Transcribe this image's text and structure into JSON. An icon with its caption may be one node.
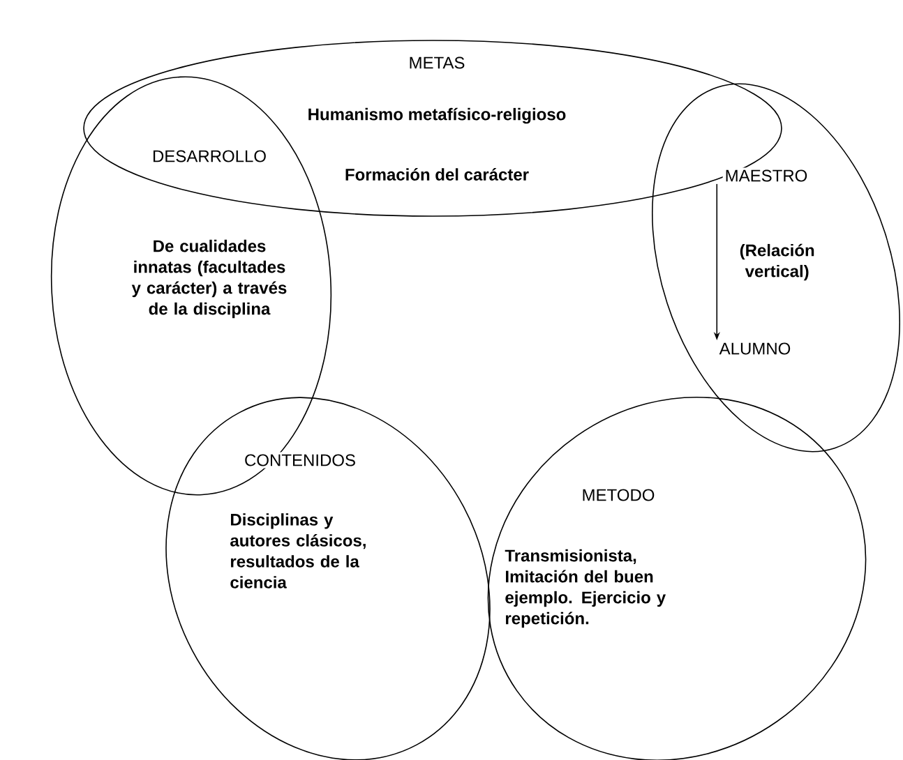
{
  "diagram": {
    "nodes": [
      {
        "text": [
          "METAS",
          "Humanismo metafísico-religioso",
          "Formación del carácter"
        ]
      },
      {
        "text": [
          "DESARROLLO",
          "De cualidades innatas (facultades y carácter) a través de la disciplina"
        ]
      },
      {
        "text": [],
        "shape": "ellipse"
      },
      {
        "text": [
          "MAESTRO"
        ],
        "in": 2
      },
      {
        "text": [
          "ALUMNO"
        ],
        "in": 2
      },
      {
        "text": [
          "CONTENIDOS",
          "Disciplinas y autores clásicos, resultados de la ciencia"
        ]
      },
      {
        "text": [
          "METODO",
          "Transmisionista, Imitación del buen ejemplo. Ejercicio y repetición."
        ]
      }
    ],
    "edges": [
      {
        "from": 3,
        "to": 4,
        "arrow": "to",
        "label": "(Relación vertical)"
      }
    ]
  }
}
